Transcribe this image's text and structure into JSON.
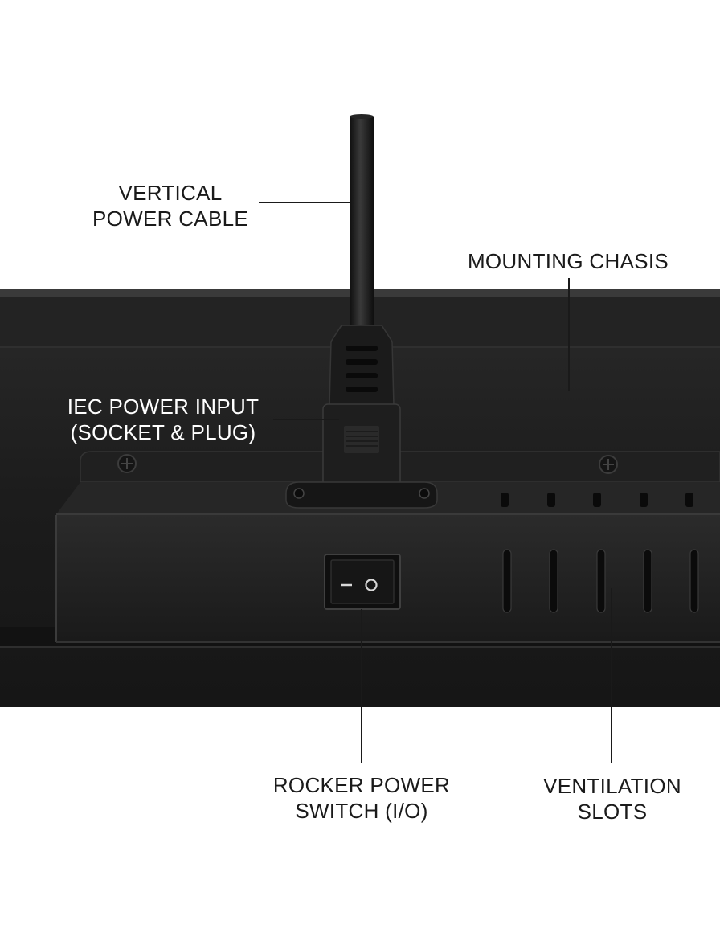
{
  "callouts": {
    "vertical_power_cable": {
      "line1": "VERTICAL",
      "line2": "POWER CABLE"
    },
    "mounting_chassis": {
      "line1": "MOUNTING CHASIS"
    },
    "iec_power_input": {
      "line1": "IEC POWER INPUT",
      "line2": "(SOCKET & PLUG)"
    },
    "rocker_power_switch": {
      "line1": "ROCKER POWER",
      "line2": "SWITCH (I/O)"
    },
    "ventilation_slots": {
      "line1": "VENTILATION",
      "line2": "SLOTS"
    }
  },
  "switch_symbols": {
    "on": "–",
    "off": "O"
  },
  "colors": {
    "background": "#ffffff",
    "chassis": "#1c1c1c",
    "front_panel": "#1f1f1f",
    "text": "#1a1a1a",
    "leader_line": "#1a1a1a"
  }
}
